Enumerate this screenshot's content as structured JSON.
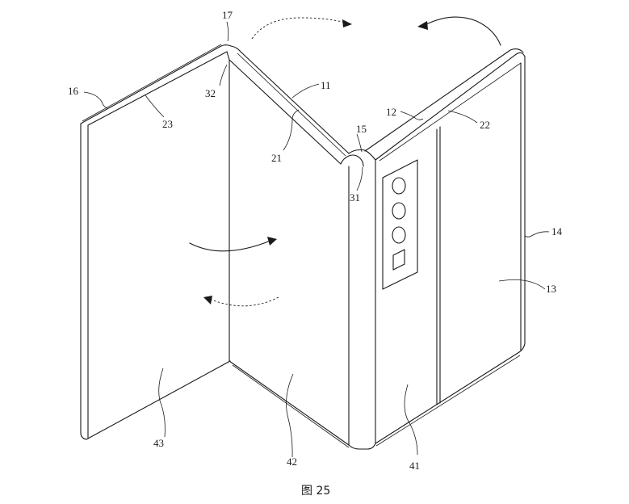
{
  "figure": {
    "caption": "图 25",
    "reference_numerals": {
      "n11": "11",
      "n12": "12",
      "n13": "13",
      "n14": "14",
      "n15": "15",
      "n16": "16",
      "n17": "17",
      "n21": "21",
      "n22": "22",
      "n23": "23",
      "n31": "31",
      "n32": "32",
      "n41": "41",
      "n42": "42",
      "n43": "43"
    }
  }
}
